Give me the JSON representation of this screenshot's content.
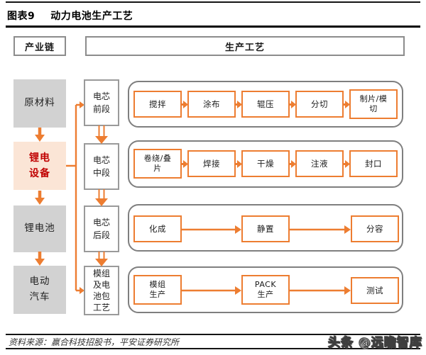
{
  "title": {
    "figure_label": "图表9",
    "figure_title": "动力电池生产工艺"
  },
  "header": {
    "industry_chain": "产业链",
    "production_process": "生产工艺"
  },
  "industry_chain": {
    "items": [
      {
        "text": "原材料"
      },
      {
        "text": "锂电\n设备"
      },
      {
        "text": "锂电池"
      },
      {
        "text": "电动\n汽车"
      }
    ]
  },
  "stages": [
    {
      "label": "电芯\n前段",
      "steps": [
        "搅拌",
        "涂布",
        "辊压",
        "分切",
        "制片/模\n切"
      ]
    },
    {
      "label": "电芯\n中段",
      "steps": [
        "卷绕/叠\n片",
        "焊接",
        "干燥",
        "注液",
        "封口"
      ]
    },
    {
      "label": "电芯\n后段",
      "steps": [
        "化成",
        "静置",
        "分容"
      ]
    },
    {
      "label": "模组\n及电\n池包\n工艺",
      "steps": [
        "模组\n生产",
        "PACK\n生产",
        "测试"
      ]
    }
  ],
  "footer": {
    "source": "资料来源：赢合科技招股书，平安证券研究所",
    "watermark": "头条 @远瞻智库"
  },
  "colors": {
    "accent_orange": "#ED7D31",
    "highlight_fill": "#FBE5D6",
    "highlight_text": "#C00000",
    "chain_fill": "#D2D2D2",
    "stage_border": "#9A9A9A",
    "container_border": "#7F7F7F"
  }
}
